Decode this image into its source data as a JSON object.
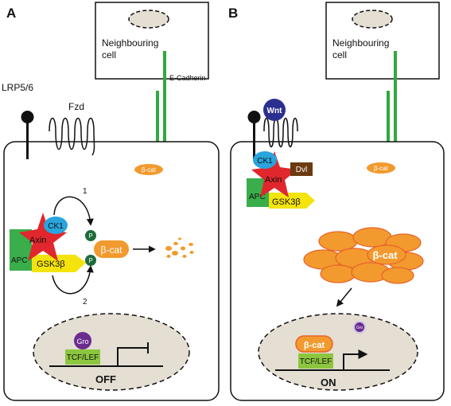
{
  "panels": [
    {
      "id": "A",
      "label": "A",
      "receptor_labels": {
        "lrp": "LRP5/6",
        "fzd": "Fzd"
      },
      "neighbour_label_line1": "Neighbouring",
      "neighbour_label_line2": "cell",
      "ecadherin_label": "E-Cadherin",
      "membrane_bcat": "β-cat",
      "destruction_complex": {
        "ck1": "CK1",
        "axin": "Axin",
        "apc": "APC",
        "gsk3b": "GSK3β"
      },
      "phospho": [
        "P",
        "P"
      ],
      "step_numbers": [
        "1",
        "2"
      ],
      "free_bcat": "β-cat",
      "nucleus": {
        "gro": "Gro",
        "tcf": "TCF/LEF",
        "state": "OFF"
      }
    },
    {
      "id": "B",
      "label": "B",
      "wnt": "Wnt",
      "neighbour_label_line1": "Neighbouring",
      "neighbour_label_line2": "cell",
      "membrane_bcat": "β-cat",
      "complex": {
        "ck1": "CK1",
        "dvl": "Dvl",
        "axin": "Axin",
        "apc": "APC",
        "gsk3b": "GSK3β"
      },
      "accumulated_bcat": "β-cat",
      "nucleus": {
        "gro": "Gro",
        "bcat": "β-cat",
        "tcf": "TCF/LEF",
        "state": "ON"
      }
    }
  ],
  "colors": {
    "cadherin": "#2faa3c",
    "bcat": "#f29a2e",
    "bcat_outline": "#e8632a",
    "ck1": "#2aa4dc",
    "axin": "#e1262d",
    "apc": "#3aae4a",
    "gsk3b": "#f4e30c",
    "phospho": "#1d6b3b",
    "gro": "#6b2c8f",
    "tcf": "#8cc63f",
    "nucleus": "#e4ded3",
    "dvl": "#6b3a10",
    "wnt": "#2b2f8f"
  }
}
